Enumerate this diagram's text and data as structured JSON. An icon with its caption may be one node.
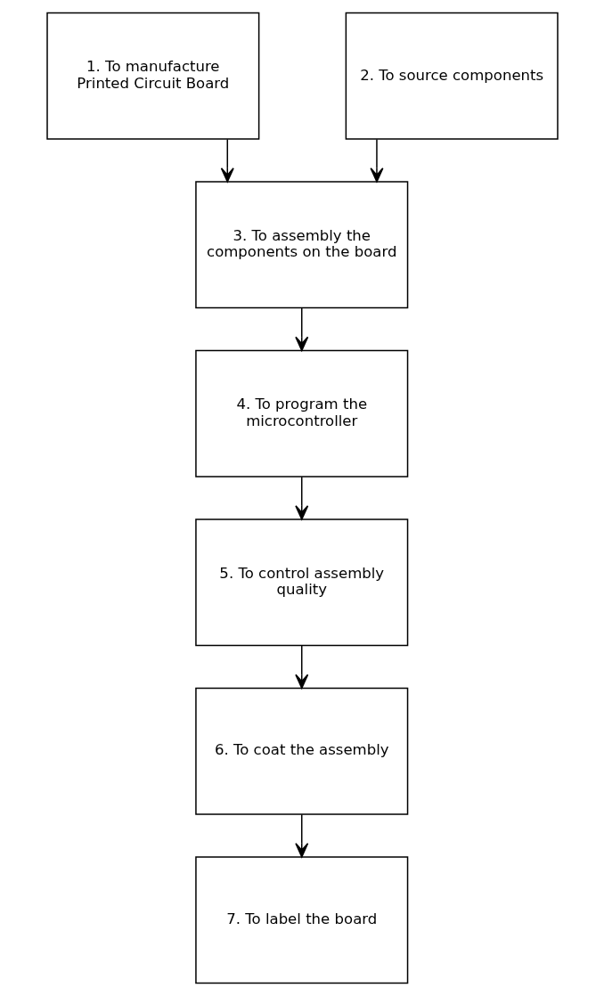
{
  "diagram": {
    "nodes": [
      {
        "text": [
          "1. To manufacture Printed Circuit Board"
        ]
      },
      {
        "text": [
          "2. To source components"
        ]
      },
      {
        "text": [
          "3. To assembly the components on the board"
        ]
      },
      {
        "text": [
          "4. To program the microcontroller"
        ]
      },
      {
        "text": [
          "5. To control assembly quality"
        ]
      },
      {
        "text": [
          "6. To coat the assembly"
        ]
      },
      {
        "text": [
          "7. To label the board"
        ]
      }
    ],
    "edges": [
      {
        "from": 0,
        "to": 2,
        "arrow": "to"
      },
      {
        "from": 1,
        "to": 2,
        "arrow": "to"
      },
      {
        "from": 2,
        "to": 3,
        "arrow": "to"
      },
      {
        "from": 3,
        "to": 4,
        "arrow": "to"
      },
      {
        "from": 4,
        "to": 5,
        "arrow": "to"
      },
      {
        "from": 5,
        "to": 6,
        "arrow": "to"
      }
    ]
  }
}
